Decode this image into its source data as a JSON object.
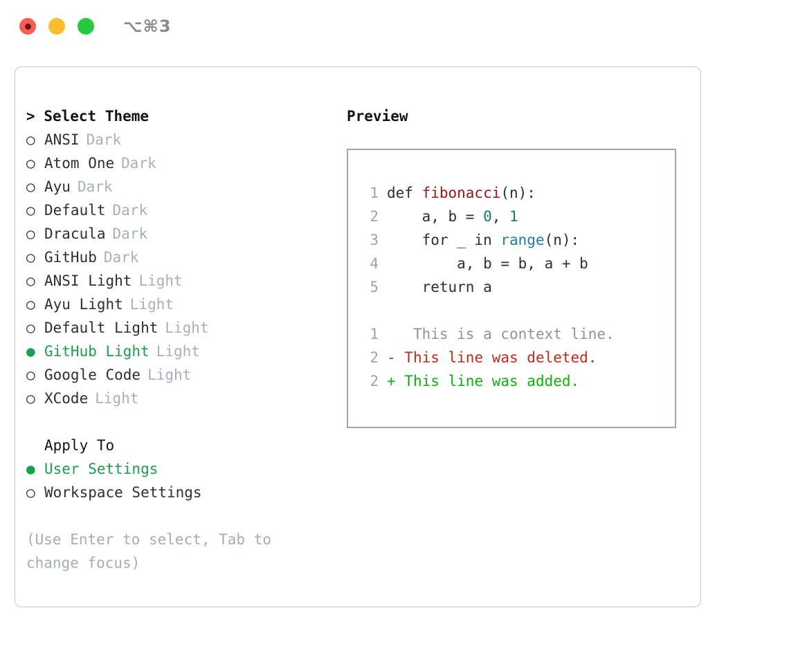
{
  "titlebar": {
    "shortcut": "⌥⌘3",
    "buttons": [
      {
        "name": "close",
        "color": "#fb5c52"
      },
      {
        "name": "minimize",
        "color": "#fbbd2e"
      },
      {
        "name": "zoom",
        "color": "#26c93f"
      }
    ]
  },
  "theme_section": {
    "caret": ">",
    "header": "Select Theme",
    "marker_unselected": "○",
    "marker_selected": "●",
    "items": [
      {
        "name": "ANSI",
        "tag": "Dark",
        "selected": false
      },
      {
        "name": "Atom One",
        "tag": "Dark",
        "selected": false
      },
      {
        "name": "Ayu",
        "tag": "Dark",
        "selected": false
      },
      {
        "name": "Default",
        "tag": "Dark",
        "selected": false
      },
      {
        "name": "Dracula",
        "tag": "Dark",
        "selected": false
      },
      {
        "name": "GitHub",
        "tag": "Dark",
        "selected": false
      },
      {
        "name": "ANSI Light",
        "tag": "Light",
        "selected": false
      },
      {
        "name": "Ayu Light",
        "tag": "Light",
        "selected": false
      },
      {
        "name": "Default Light",
        "tag": "Light",
        "selected": false
      },
      {
        "name": "GitHub Light",
        "tag": "Light",
        "selected": true
      },
      {
        "name": "Google Code",
        "tag": "Light",
        "selected": false
      },
      {
        "name": "XCode",
        "tag": "Light",
        "selected": false
      }
    ]
  },
  "apply_section": {
    "header": "Apply To",
    "items": [
      {
        "name": "User Settings",
        "selected": true
      },
      {
        "name": "Workspace Settings",
        "selected": false
      }
    ]
  },
  "hint": "(Use Enter to select, Tab to change focus)",
  "preview": {
    "title": "Preview",
    "code_lines": [
      {
        "lineno": "1",
        "tokens": [
          {
            "text": "def ",
            "type": "plain"
          },
          {
            "text": "fibonacci",
            "type": "fn"
          },
          {
            "text": "(n):",
            "type": "plain"
          }
        ]
      },
      {
        "lineno": "2",
        "tokens": [
          {
            "text": "    a, b = ",
            "type": "plain"
          },
          {
            "text": "0",
            "type": "num"
          },
          {
            "text": ", ",
            "type": "plain"
          },
          {
            "text": "1",
            "type": "num"
          }
        ]
      },
      {
        "lineno": "3",
        "tokens": [
          {
            "text": "    for _ in ",
            "type": "plain"
          },
          {
            "text": "range",
            "type": "call"
          },
          {
            "text": "(n):",
            "type": "plain"
          }
        ]
      },
      {
        "lineno": "4",
        "tokens": [
          {
            "text": "        a, b = b, a + b",
            "type": "plain"
          }
        ]
      },
      {
        "lineno": "5",
        "tokens": [
          {
            "text": "    return a",
            "type": "plain"
          }
        ]
      }
    ],
    "diff_lines": [
      {
        "lineno": "1",
        "marker": " ",
        "text": "  This is a context line.",
        "type": "context"
      },
      {
        "lineno": "2",
        "marker": "-",
        "text": " This line was deleted.",
        "type": "del"
      },
      {
        "lineno": "2",
        "marker": "+",
        "text": " This line was added.",
        "type": "add"
      }
    ]
  },
  "colors": {
    "accent_green": "#17a24a",
    "diff_add": "#08b508",
    "diff_del": "#c9281b",
    "syntax_function": "#a31515",
    "syntax_number": "#0f7d72",
    "syntax_call": "#1a7fa8",
    "muted": "#a8b0bd",
    "border": "#9aa7b8",
    "panel_border": "#c3cad4"
  }
}
